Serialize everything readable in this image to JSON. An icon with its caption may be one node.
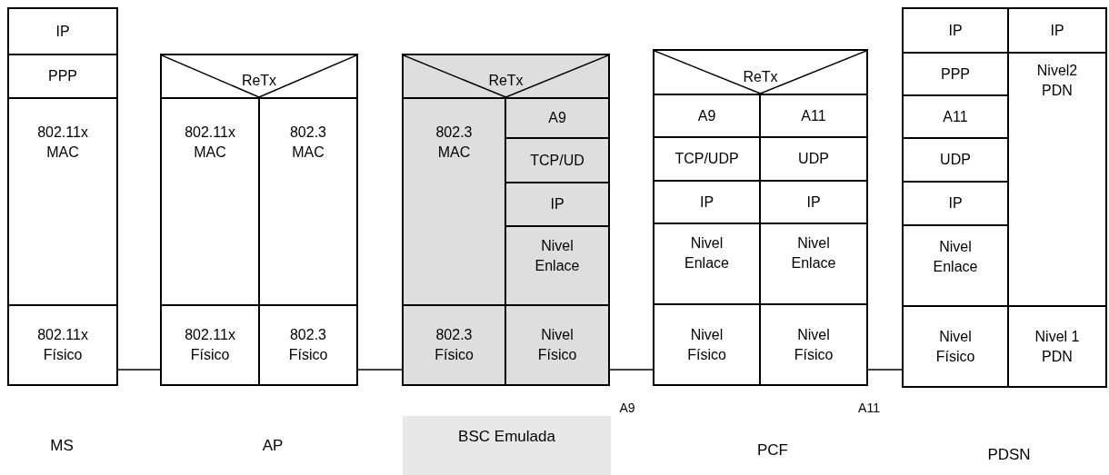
{
  "diagram": {
    "nodes": [
      {
        "text": [],
        "shape": "box",
        "beside": [
          "MS"
        ]
      },
      {
        "text": [
          "IP"
        ],
        "in": 0
      },
      {
        "text": [
          "PPP"
        ],
        "in": 0
      },
      {
        "text": [
          "802.11x MAC"
        ],
        "in": 0
      },
      {
        "text": [
          "802.11x Físico"
        ],
        "in": 0
      },
      {
        "text": [],
        "shape": "box",
        "beside": [
          "AP"
        ]
      },
      {
        "text": [
          "ReTx"
        ],
        "in": 5
      },
      {
        "text": [
          "802.11x MAC"
        ],
        "in": 5
      },
      {
        "text": [
          "802.3 MAC"
        ],
        "in": 5
      },
      {
        "text": [
          "802.11x Físico"
        ],
        "in": 5
      },
      {
        "text": [
          "802.3 Físico"
        ],
        "in": 5
      },
      {
        "text": [],
        "shape": "box"
      },
      {
        "text": [
          "ReTx"
        ],
        "in": 11
      },
      {
        "text": [
          "802.3 MAC"
        ],
        "in": 11
      },
      {
        "text": [
          "A9"
        ],
        "in": 11
      },
      {
        "text": [
          "TCP/UD"
        ],
        "in": 11
      },
      {
        "text": [
          "IP"
        ],
        "in": 11
      },
      {
        "text": [
          "Nivel Enlace"
        ],
        "in": 11
      },
      {
        "text": [
          "802.3 Físico"
        ],
        "in": 11
      },
      {
        "text": [
          "Nivel Físico"
        ],
        "in": 11
      },
      {
        "text": [],
        "shape": "box",
        "beside": [
          "PCF"
        ]
      },
      {
        "text": [
          "ReTx"
        ],
        "in": 20
      },
      {
        "text": [
          "A9"
        ],
        "in": 20
      },
      {
        "text": [
          "A11"
        ],
        "in": 20
      },
      {
        "text": [
          "TCP/UDP"
        ],
        "in": 20
      },
      {
        "text": [
          "UDP"
        ],
        "in": 20
      },
      {
        "text": [
          "IP"
        ],
        "in": 20
      },
      {
        "text": [
          "IP"
        ],
        "in": 20
      },
      {
        "text": [
          "Nivel Enlace"
        ],
        "in": 20
      },
      {
        "text": [
          "Nivel Enlace"
        ],
        "in": 20
      },
      {
        "text": [
          "Nivel Físico"
        ],
        "in": 20
      },
      {
        "text": [
          "Nivel Físico"
        ],
        "in": 20
      },
      {
        "text": [],
        "shape": "box",
        "beside": [
          "PDSN"
        ]
      },
      {
        "text": [
          "IP"
        ],
        "in": 32
      },
      {
        "text": [
          "IP"
        ],
        "in": 32
      },
      {
        "text": [
          "PPP"
        ],
        "in": 32
      },
      {
        "text": [
          "Nivel2 PDN"
        ],
        "in": 32
      },
      {
        "text": [
          "A11"
        ],
        "in": 32
      },
      {
        "text": [
          "UDP"
        ],
        "in": 32
      },
      {
        "text": [
          "IP"
        ],
        "in": 32
      },
      {
        "text": [
          "Nivel Enlace"
        ],
        "in": 32
      },
      {
        "text": [
          "Nivel Físico"
        ],
        "in": 32
      },
      {
        "text": [
          "Nivel 1 PDN"
        ],
        "in": 32
      },
      {
        "text": [
          "BSC Emulada"
        ]
      }
    ],
    "edges": [
      {
        "from": 0,
        "to": 5,
        "arrow": "none"
      },
      {
        "from": 5,
        "to": 11,
        "arrow": "none"
      },
      {
        "from": 11,
        "to": 20,
        "arrow": "none"
      },
      {
        "from": 20,
        "to": 32,
        "arrow": "none"
      }
    ],
    "labels": [
      "A9",
      "A11"
    ]
  }
}
